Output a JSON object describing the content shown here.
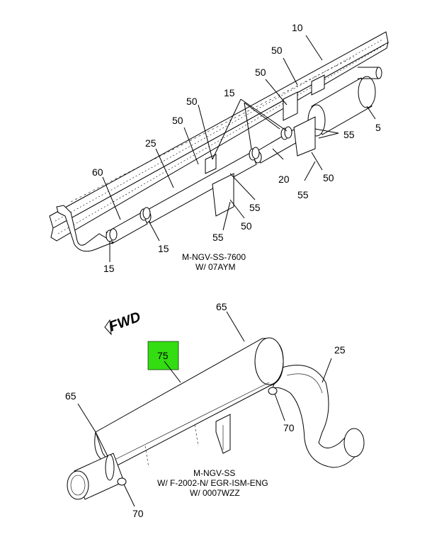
{
  "callouts_top": {
    "c10": "10",
    "c50a": "50",
    "c50b": "50",
    "c15a": "15",
    "c50c": "50",
    "c50d": "50",
    "c55a": "55",
    "c5": "5",
    "c25": "25",
    "c60": "60",
    "c20": "20",
    "c50e": "50",
    "c55b": "55",
    "c55c": "55",
    "c50f": "50",
    "c55d": "55",
    "c15b": "15",
    "c15c": "15"
  },
  "caption_top": {
    "line1": "M-NGV-SS-7600",
    "line2": "W/ 07AYM"
  },
  "direction_label": "FWD",
  "callouts_bottom": {
    "c65a": "65",
    "c25": "25",
    "c75": "75",
    "c65b": "65",
    "c70a": "70",
    "c70b": "70"
  },
  "highlight_color": "#33dd11",
  "caption_bottom": {
    "line1": "M-NGV-SS",
    "line2": "W/ F-2002-N/ EGR-ISM-ENG",
    "line3": "W/ 0007WZZ"
  }
}
